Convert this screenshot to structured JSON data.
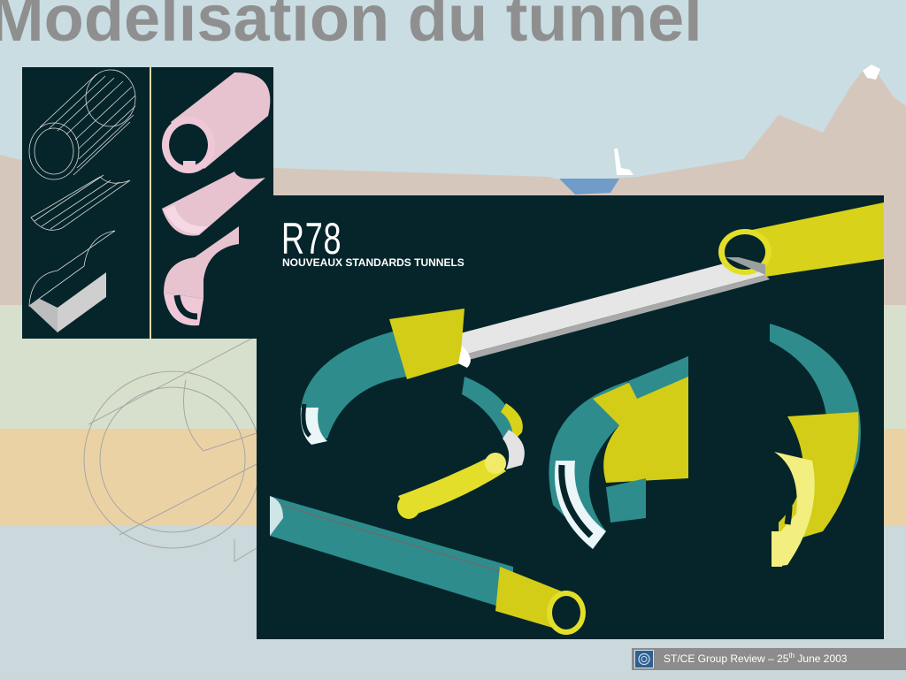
{
  "slide": {
    "title": "Modelisation du tunnel"
  },
  "panel_large": {
    "label_code": "R78",
    "label_text": "NOUVEAUX STANDARDS TUNNELS"
  },
  "footer": {
    "text_pre": "ST/CE Group Review – 25",
    "text_sup": "th",
    "text_post": " June 2003"
  },
  "colors": {
    "panel_bg": "#05252a",
    "tunnel_yellow": "#d8d21a",
    "tunnel_teal": "#2f8f8f",
    "tunnel_pink": "#efc8d8",
    "title_gray": "#8f8f8f"
  }
}
